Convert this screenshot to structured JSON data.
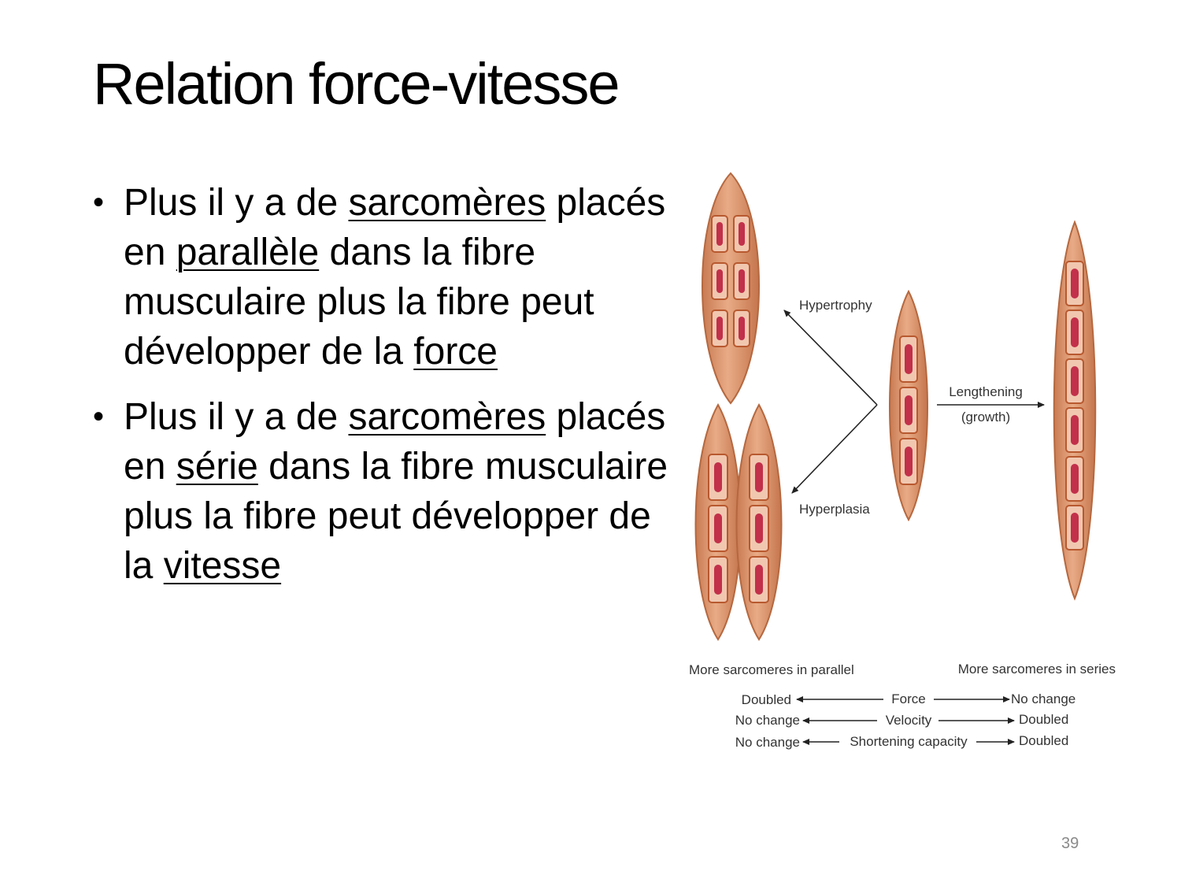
{
  "title": "Relation force-vitesse",
  "bullets": [
    {
      "parts": [
        "Plus il y a de ",
        "sarcomères",
        " placés en ",
        "parallèle",
        " dans la fibre musculaire plus la fibre peut développer de la ",
        "force"
      ]
    },
    {
      "parts": [
        "Plus il y a de ",
        "sarcomères",
        " placés en ",
        "série",
        " dans la fibre musculaire plus la fibre peut développer de la ",
        "vitesse"
      ]
    }
  ],
  "figure": {
    "hypertrophy": "Hypertrophy",
    "hyperplasia": "Hyperplasia",
    "lengthening": "Lengthening",
    "growth": "(growth)",
    "left_caption": "More sarcomeres in parallel",
    "right_caption": "More sarcomeres in series",
    "table": [
      {
        "left": "Doubled",
        "middle": "Force",
        "right": "No change"
      },
      {
        "left": "No change",
        "middle": "Velocity",
        "right": "Doubled"
      },
      {
        "left": "No change",
        "middle": "Shortening capacity",
        "right": "Doubled"
      }
    ],
    "colors": {
      "fiber": "#dd9a72",
      "fiber_edge": "#b5683f",
      "myofibril": "#c2304a",
      "line": "#b8592f"
    }
  },
  "page_number": "39"
}
